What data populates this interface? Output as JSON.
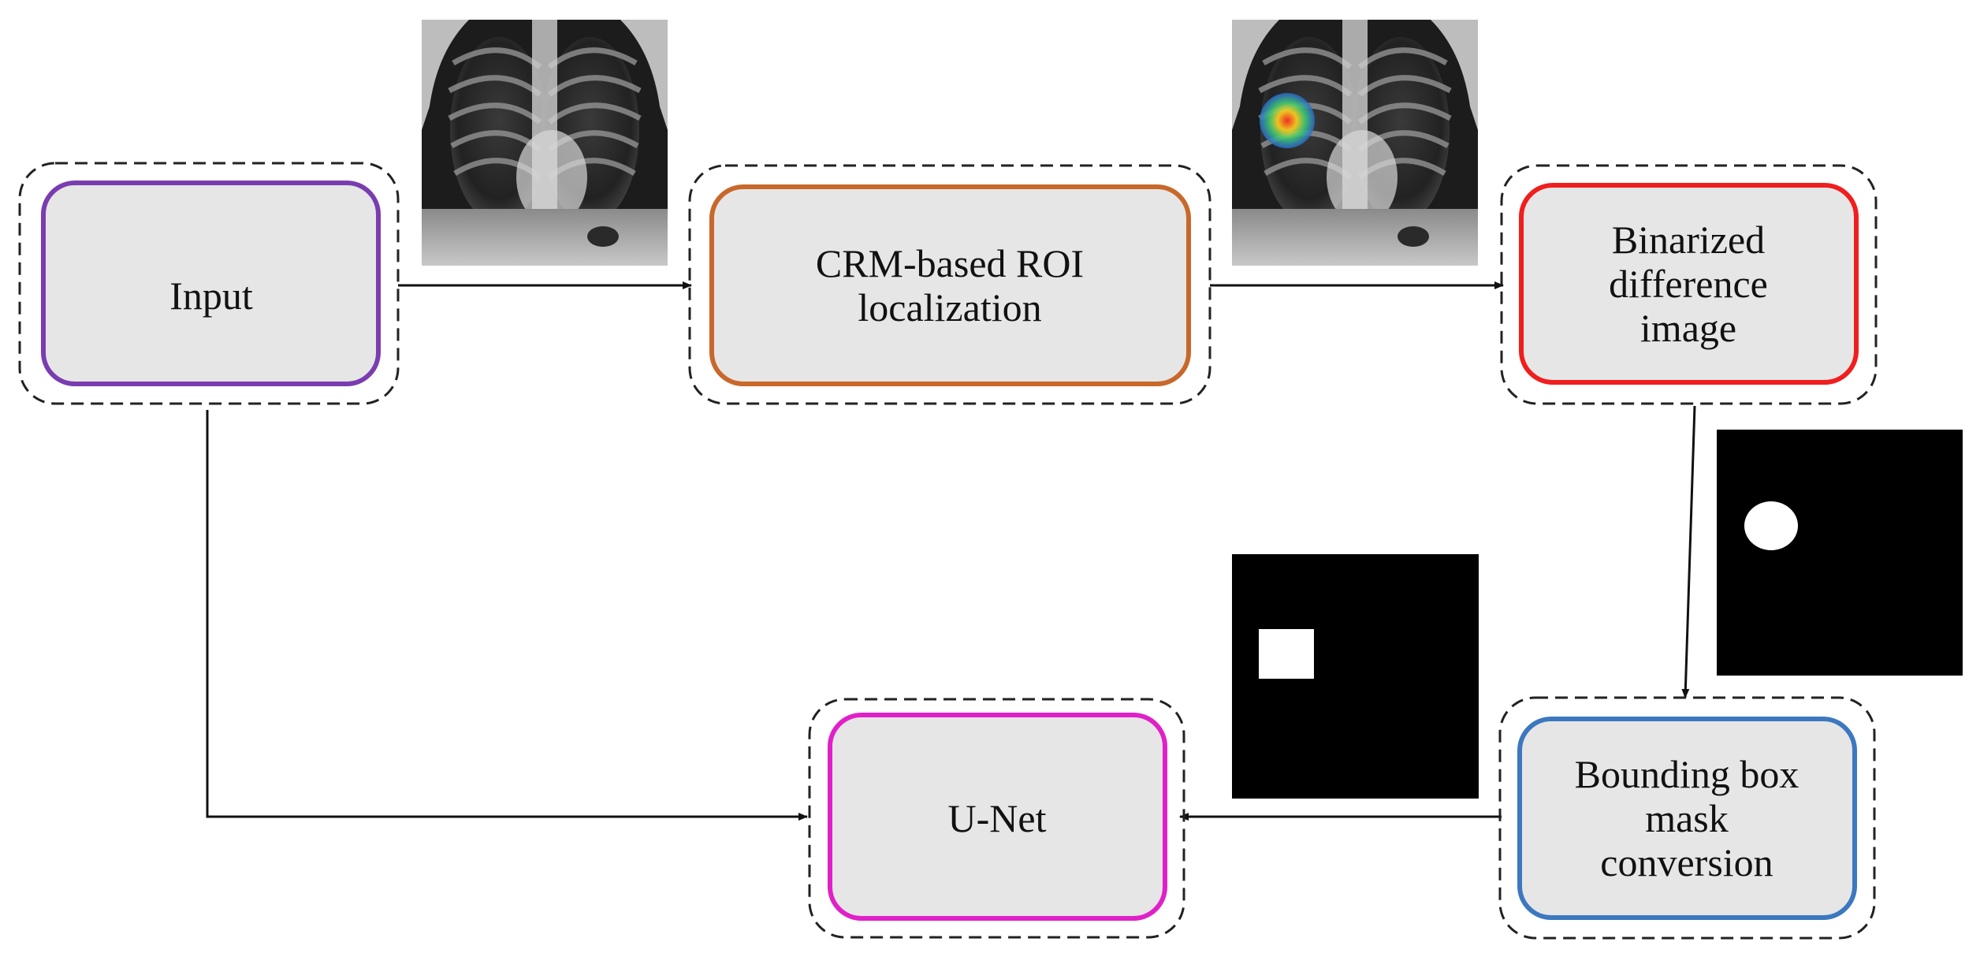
{
  "nodes": {
    "input": {
      "lines": [
        "Input"
      ],
      "color": "#7a3db0"
    },
    "crm": {
      "lines": [
        "CRM-based ROI",
        "localization"
      ],
      "color": "#c8682a"
    },
    "binarized": {
      "lines": [
        "Binarized",
        "difference",
        "image"
      ],
      "color": "#f01e1e"
    },
    "bbox": {
      "lines": [
        "Bounding box",
        "mask",
        "conversion"
      ],
      "color": "#3c78c0"
    },
    "unet": {
      "lines": [
        "U-Net"
      ],
      "color": "#e020c8"
    }
  },
  "images": {
    "xray_input": "chest-x-ray",
    "xray_heatmap": "chest-x-ray-with-roi-heatmap",
    "binary_mask": "circular-binary-mask",
    "bbox_mask": "rectangular-bounding-box-mask"
  },
  "colors": {
    "box_fill": "#e6e6e6",
    "dashed_border": "#222222",
    "arrow": "#111111",
    "mask_bg": "#000000",
    "mask_fg": "#ffffff"
  }
}
